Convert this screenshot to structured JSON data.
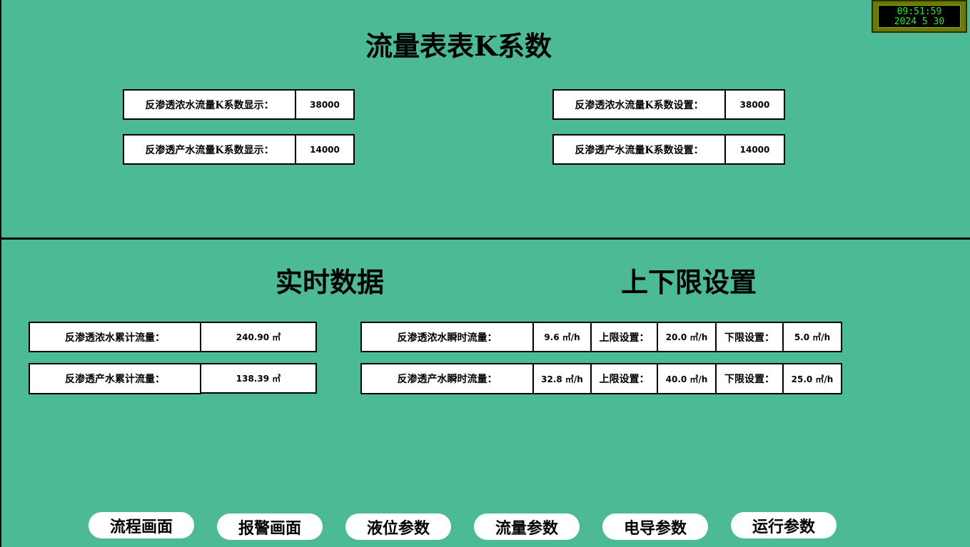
{
  "clock": {
    "time": "09:51:59",
    "date": "2024  5   30"
  },
  "k_section": {
    "title": "流量表表K系数",
    "display_rows": [
      {
        "label": "反渗透浓水流量K系数显示：",
        "value": "38000"
      },
      {
        "label": "反渗透产水流量K系数显示：",
        "value": "14000"
      }
    ],
    "setting_rows": [
      {
        "label": "反渗透浓水流量K系数设置：",
        "value": "38000"
      },
      {
        "label": "反渗透产水流量K系数设置：",
        "value": "14000"
      }
    ]
  },
  "realtime": {
    "title": "实时数据",
    "cumulative_rows": [
      {
        "label": "反渗透浓水累计流量：",
        "value": "240.90 ㎥"
      },
      {
        "label": "反渗透产水累计流量：",
        "value": "138.39 ㎥"
      }
    ]
  },
  "limits": {
    "title": "上下限设置",
    "rows": [
      {
        "label": "反渗透浓水瞬时流量：",
        "value": "9.6  ㎥/h",
        "upper_label": "上限设置：",
        "upper_value": "20.0 ㎥/h",
        "lower_label": "下限设置：",
        "lower_value": "5.0 ㎥/h"
      },
      {
        "label": "反渗透产水瞬时流量：",
        "value": "32.8 ㎥/h",
        "upper_label": "上限设置：",
        "upper_value": "40.0 ㎥/h",
        "lower_label": "下限设置：",
        "lower_value": "25.0 ㎥/h"
      }
    ]
  },
  "nav": {
    "items": [
      {
        "label": "流程画面"
      },
      {
        "label": "报警画面"
      },
      {
        "label": "液位参数"
      },
      {
        "label": "流量参数"
      },
      {
        "label": "电导参数"
      },
      {
        "label": "运行参数"
      }
    ]
  },
  "colors": {
    "background": "#4cba96",
    "clock_text": "#28e828",
    "clock_frame": "#6b7a00"
  }
}
